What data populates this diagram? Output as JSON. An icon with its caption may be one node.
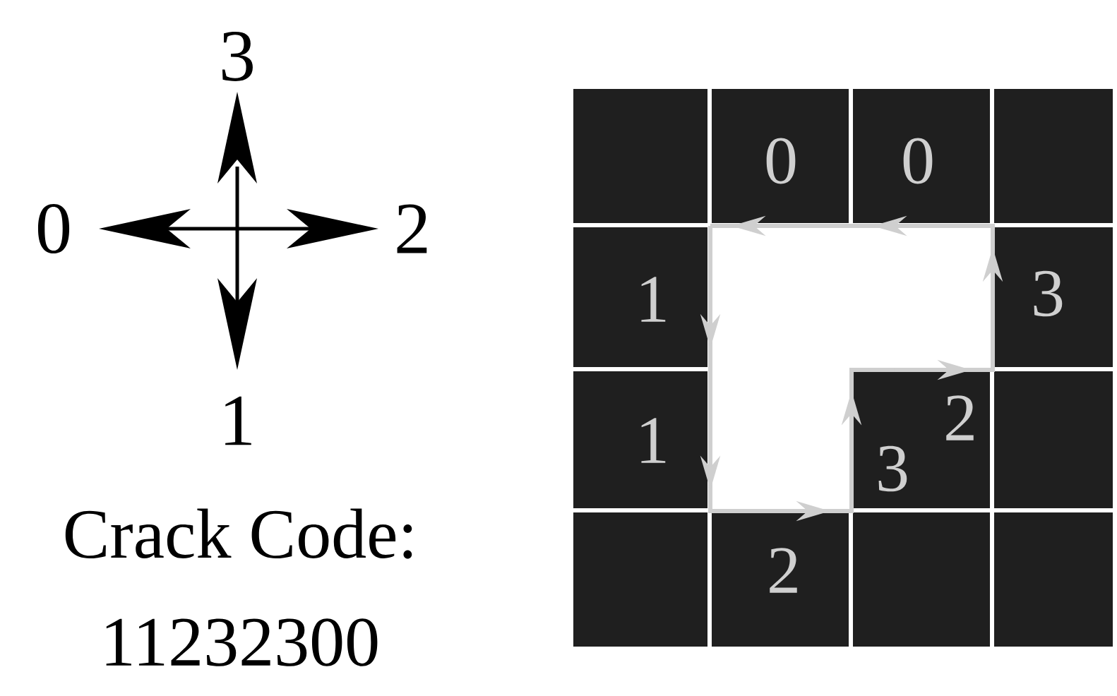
{
  "diagram": {
    "labels": [
      "3",
      "0",
      "2",
      "1",
      "Crack Code:",
      "11232300",
      "0",
      "0",
      "1",
      "3",
      "1",
      "2",
      "3",
      "2"
    ]
  }
}
